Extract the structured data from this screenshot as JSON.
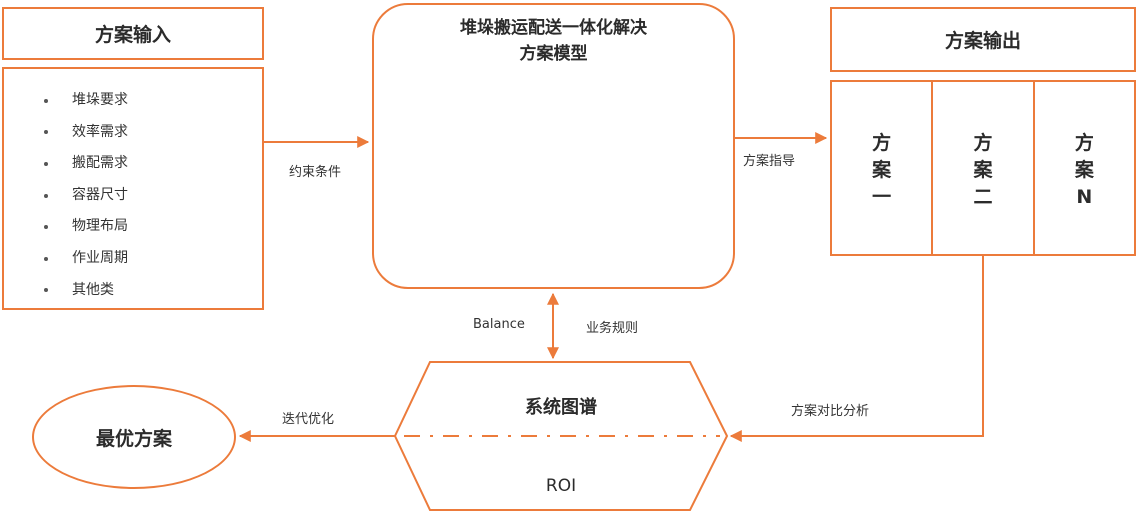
{
  "input": {
    "header": "方案输入",
    "items": [
      "堆垛要求",
      "效率需求",
      "搬配需求",
      "容器尺寸",
      "物理布局",
      "作业周期",
      "其他类"
    ]
  },
  "model": {
    "title_line1": "堆垛搬运配送一体化解决",
    "title_line2": "方案模型"
  },
  "output": {
    "header": "方案输出",
    "cells": [
      {
        "line1": "方",
        "line2": "案",
        "line3": "一"
      },
      {
        "line1": "方",
        "line2": "案",
        "line3": "二"
      },
      {
        "line1": "方",
        "line2": "案",
        "line3": "N"
      }
    ]
  },
  "labels": {
    "constraint": "约束条件",
    "guide": "方案指导",
    "balance": "Balance",
    "rules": "业务规则",
    "compare": "方案对比分析",
    "iterate": "迭代优化"
  },
  "graph": {
    "title": "系统图谱",
    "roi": "ROI"
  },
  "best": {
    "label": "最优方案"
  },
  "colors": {
    "accent": "#ec7b3b",
    "forklift_yellow": "#f2c300",
    "map": "#dfe7f1"
  }
}
